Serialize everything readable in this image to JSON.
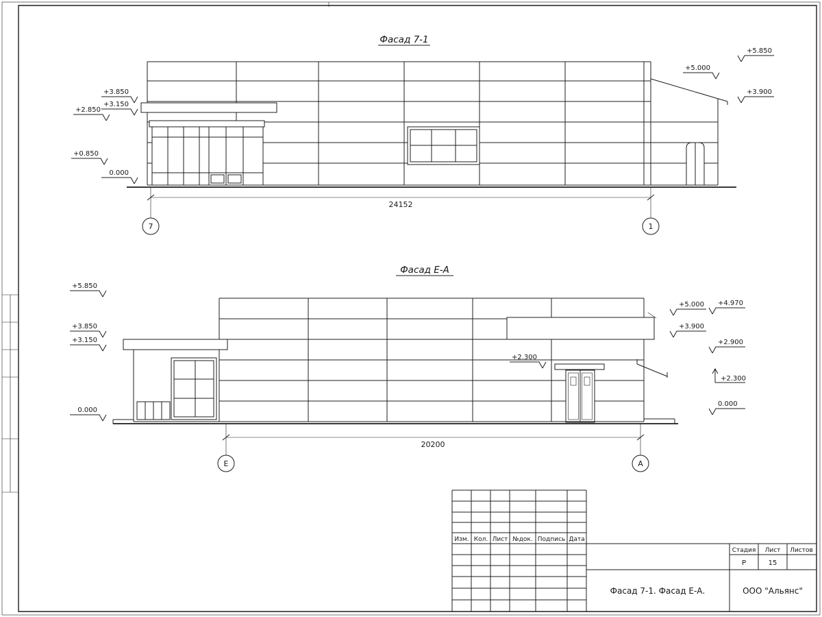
{
  "sheet": {
    "facade1": {
      "title": "Фасад 7-1",
      "dimension": "24152",
      "axis_left": "7",
      "axis_right": "1",
      "marks_left": [
        "+3.850",
        "+3.150",
        "+2.850",
        "+0.850",
        "0.000"
      ],
      "marks_right": [
        "+5.850",
        "+5.000",
        "+3.900"
      ]
    },
    "facade2": {
      "title": "Фасад Е-А",
      "dimension": "20200",
      "axis_left": "Е",
      "axis_right": "А",
      "marks_left": [
        "+5.850",
        "+3.850",
        "+3.150",
        "0.000"
      ],
      "marks_right": [
        "+5.000",
        "+4.970",
        "+3.900",
        "+2.900",
        "+2.300",
        "0.000"
      ],
      "mark_door": "+2.300"
    },
    "title_block": {
      "headers": [
        "Изм.",
        "Кол.",
        "Лист",
        "№док.",
        "Подпись",
        "Дата"
      ],
      "stage_label": "Стадия",
      "sheet_label": "Лист",
      "sheets_label": "Листов",
      "stage_value": "Р",
      "sheet_value": "15",
      "doc_title": "Фасад 7-1. Фасад Е-А.",
      "company": "ООО \"Альянс\""
    }
  }
}
